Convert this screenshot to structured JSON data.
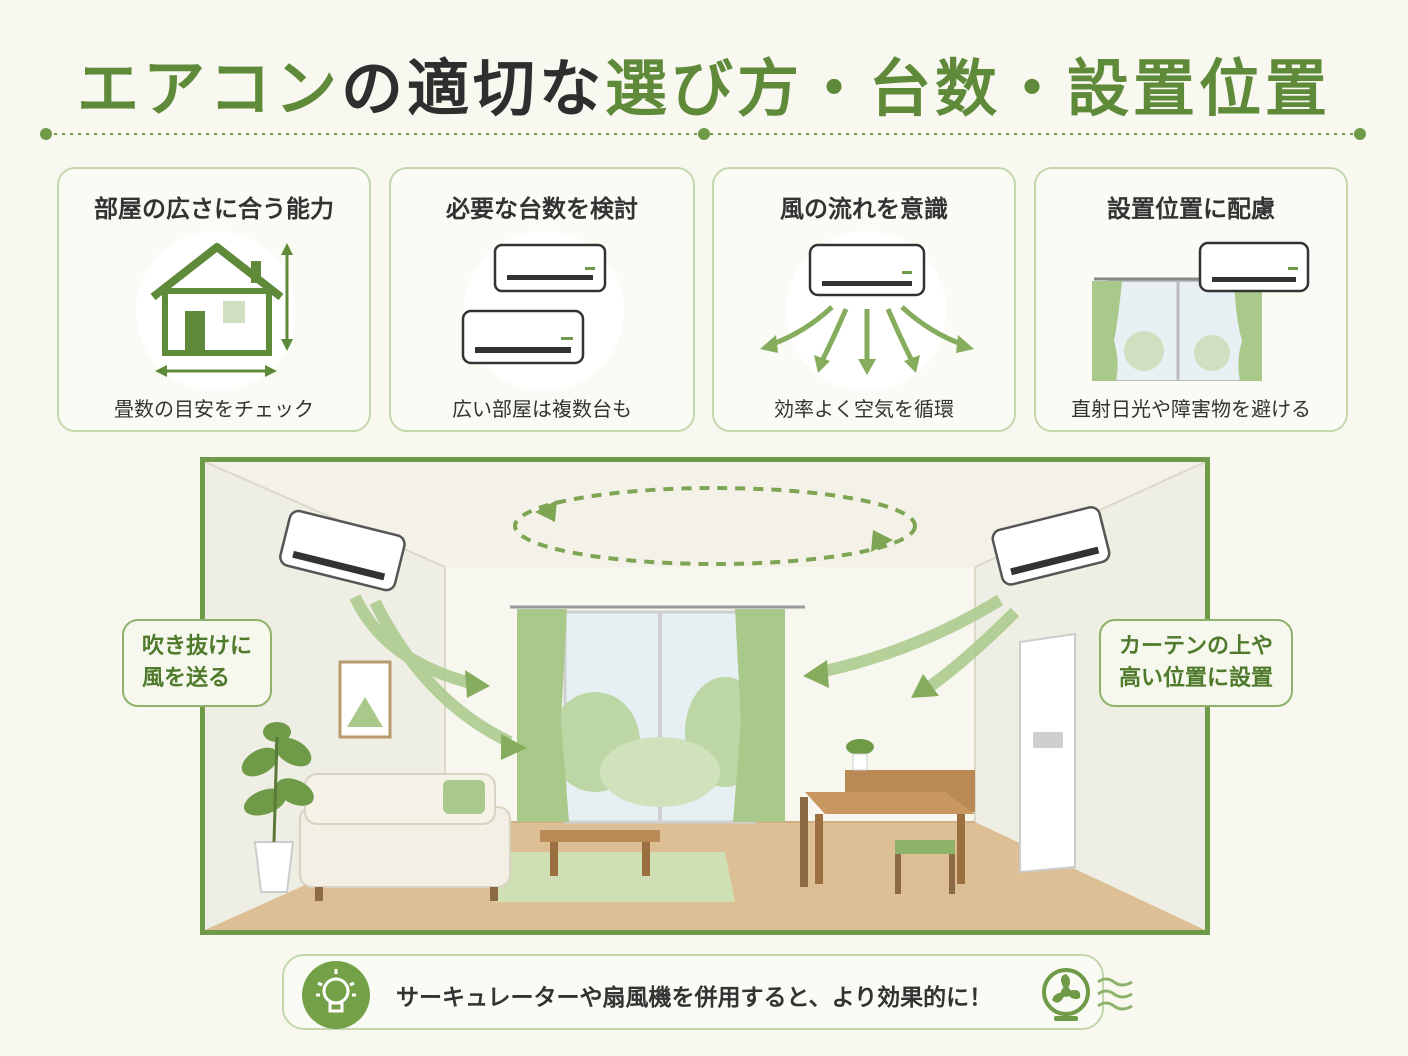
{
  "title": {
    "part1": "エアコン",
    "part2": "の適切な",
    "part3": "選び方・台数・設置位置"
  },
  "cards": [
    {
      "title": "部屋の広さに合う能力",
      "subtitle": "畳数の目安をチェック",
      "icon": "house-size-icon"
    },
    {
      "title": "必要な台数を検討",
      "subtitle": "広い部屋は複数台も",
      "icon": "two-aircon-units-icon"
    },
    {
      "title": "風の流れを意識",
      "subtitle": "効率よく空気を循環",
      "icon": "airflow-arrows-icon"
    },
    {
      "title": "設置位置に配慮",
      "subtitle": "直射日光や障害物を避ける",
      "icon": "window-curtain-aircon-icon"
    }
  ],
  "scene": {
    "callout_left": {
      "line1": "吹き抜けに",
      "line2": "風を送る"
    },
    "callout_right": {
      "line1": "カーテンの上や",
      "line2": "高い位置に設置"
    }
  },
  "tip": {
    "text": "サーキュレーターや扇風機を併用すると、より効果的に！",
    "icons": [
      "lightbulb-icon",
      "circulator-fan-icon"
    ]
  },
  "colors": {
    "accent_green": "#5f8a3a",
    "light_green": "#a9c98a",
    "border_green": "#c3d6ae",
    "background": "#f8f8f0"
  }
}
